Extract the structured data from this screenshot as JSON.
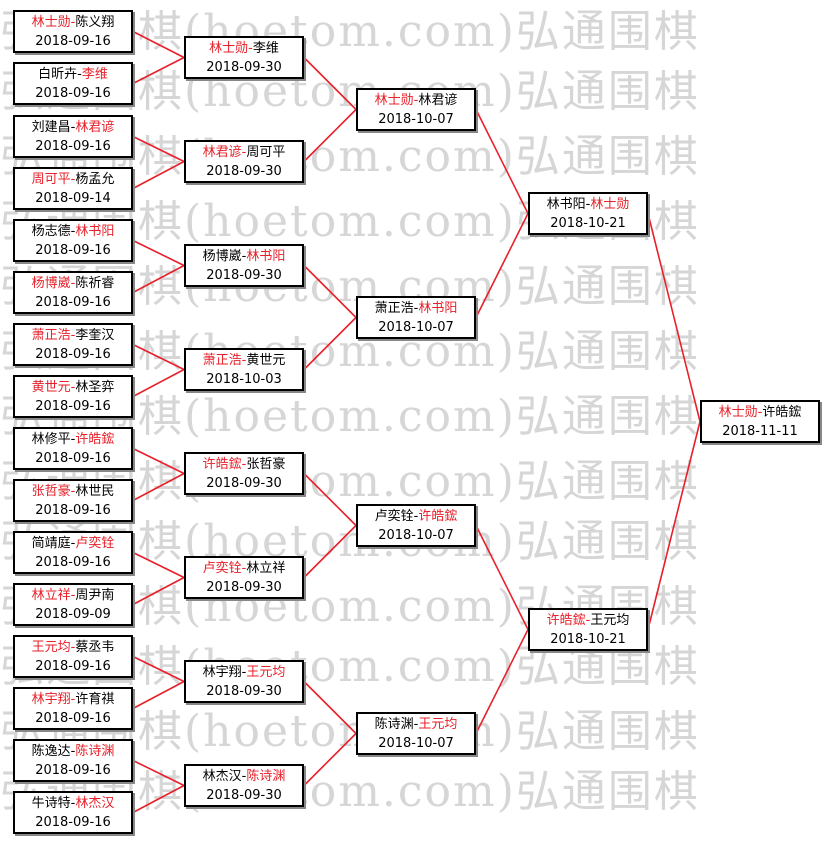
{
  "watermark_text": "弘通围棋(hoetom.com)弘通围棋",
  "colors": {
    "winner": "#e8202a",
    "line": "#e8202a",
    "text": "#000000"
  },
  "rounds": {
    "r1": [
      {
        "p1": "林士勋",
        "p2": "陈义翔",
        "winner": 1,
        "date": "2018-09-16"
      },
      {
        "p1": "白昕卉",
        "p2": "李维",
        "winner": 2,
        "date": "2018-09-16"
      },
      {
        "p1": "刘建昌",
        "p2": "林君谚",
        "winner": 2,
        "date": "2018-09-16"
      },
      {
        "p1": "周可平",
        "p2": "杨孟允",
        "winner": 1,
        "date": "2018-09-14"
      },
      {
        "p1": "杨志德",
        "p2": "林书阳",
        "winner": 2,
        "date": "2018-09-16"
      },
      {
        "p1": "杨博崴",
        "p2": "陈祈睿",
        "winner": 1,
        "date": "2018-09-16"
      },
      {
        "p1": "萧正浩",
        "p2": "李奎汉",
        "winner": 1,
        "date": "2018-09-16"
      },
      {
        "p1": "黄世元",
        "p2": "林圣弈",
        "winner": 1,
        "date": "2018-09-16"
      },
      {
        "p1": "林修平",
        "p2": "许皓鋐",
        "winner": 2,
        "date": "2018-09-16"
      },
      {
        "p1": "张哲豪",
        "p2": "林世民",
        "winner": 1,
        "date": "2018-09-16"
      },
      {
        "p1": "简靖庭",
        "p2": "卢奕铨",
        "winner": 2,
        "date": "2018-09-16"
      },
      {
        "p1": "林立祥",
        "p2": "周尹南",
        "winner": 1,
        "date": "2018-09-09"
      },
      {
        "p1": "王元均",
        "p2": "蔡丞韦",
        "winner": 1,
        "date": "2018-09-16"
      },
      {
        "p1": "林宇翔",
        "p2": "许育祺",
        "winner": 1,
        "date": "2018-09-16"
      },
      {
        "p1": "陈逸达",
        "p2": "陈诗渊",
        "winner": 2,
        "date": "2018-09-16"
      },
      {
        "p1": "牛诗特",
        "p2": "林杰汉",
        "winner": 2,
        "date": "2018-09-16"
      }
    ],
    "r2": [
      {
        "p1": "林士勋",
        "p2": "李维",
        "winner": 1,
        "date": "2018-09-30"
      },
      {
        "p1": "林君谚",
        "p2": "周可平",
        "winner": 1,
        "date": "2018-09-30"
      },
      {
        "p1": "杨博崴",
        "p2": "林书阳",
        "winner": 2,
        "date": "2018-09-30"
      },
      {
        "p1": "萧正浩",
        "p2": "黄世元",
        "winner": 1,
        "date": "2018-10-03"
      },
      {
        "p1": "许皓鋐",
        "p2": "张哲豪",
        "winner": 1,
        "date": "2018-09-30"
      },
      {
        "p1": "卢奕铨",
        "p2": "林立祥",
        "winner": 1,
        "date": "2018-09-30"
      },
      {
        "p1": "林宇翔",
        "p2": "王元均",
        "winner": 2,
        "date": "2018-09-30"
      },
      {
        "p1": "林杰汉",
        "p2": "陈诗渊",
        "winner": 2,
        "date": "2018-09-30"
      }
    ],
    "r3": [
      {
        "p1": "林士勋",
        "p2": "林君谚",
        "winner": 1,
        "date": "2018-10-07"
      },
      {
        "p1": "萧正浩",
        "p2": "林书阳",
        "winner": 2,
        "date": "2018-10-07"
      },
      {
        "p1": "卢奕铨",
        "p2": "许皓鋐",
        "winner": 2,
        "date": "2018-10-07"
      },
      {
        "p1": "陈诗渊",
        "p2": "王元均",
        "winner": 2,
        "date": "2018-10-07"
      }
    ],
    "r4": [
      {
        "p1": "林书阳",
        "p2": "林士勋",
        "winner": 2,
        "date": "2018-10-21"
      },
      {
        "p1": "许皓鋐",
        "p2": "王元均",
        "winner": 1,
        "date": "2018-10-21"
      }
    ],
    "final": [
      {
        "p1": "林士勋",
        "p2": "许皓鋐",
        "winner": 1,
        "date": "2018-11-11"
      }
    ]
  }
}
